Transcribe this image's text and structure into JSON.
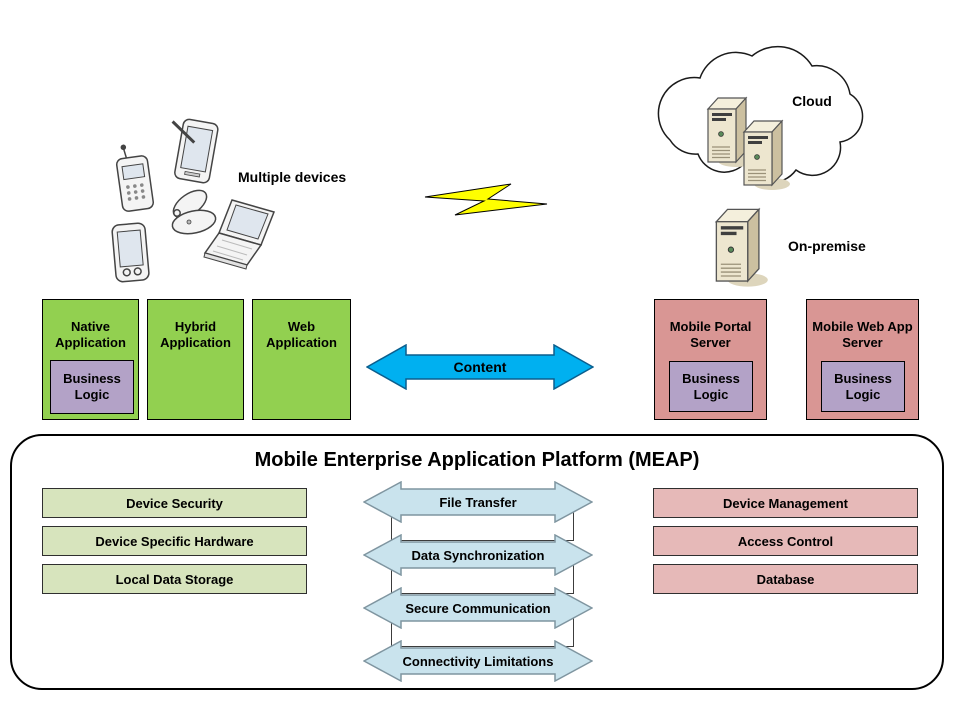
{
  "illustration": {
    "devices_label": "Multiple devices",
    "cloud_label": "Cloud",
    "onpremise_label": "On-premise"
  },
  "apps": [
    {
      "title": "Native Application",
      "business_logic": "Business Logic"
    },
    {
      "title": "Hybrid Application"
    },
    {
      "title": "Web Application"
    }
  ],
  "content_arrow_label": "Content",
  "servers": [
    {
      "title": "Mobile Portal Server",
      "business_logic": "Business Logic"
    },
    {
      "title": "Mobile Web App Server",
      "business_logic": "Business Logic"
    }
  ],
  "meap": {
    "title": "Mobile Enterprise Application Platform (MEAP)",
    "device_capabilities": [
      "Device Security",
      "Device Specific Hardware",
      "Local Data Storage"
    ],
    "channels": [
      "File Transfer",
      "Data Synchronization",
      "Secure Communication",
      "Connectivity Limitations"
    ],
    "server_capabilities": [
      "Device Management",
      "Access Control",
      "Database"
    ]
  },
  "colors": {
    "app_green": "#92D050",
    "business_logic_purple": "#B3A2C7",
    "server_pink": "#D99694",
    "content_arrow_blue": "#00B0F0",
    "capability_olive": "#D7E4BD",
    "capability_pink": "#E6B9B8",
    "channel_arrow_blue": "#C9E3ED",
    "lightning_yellow": "#FFFF00"
  }
}
